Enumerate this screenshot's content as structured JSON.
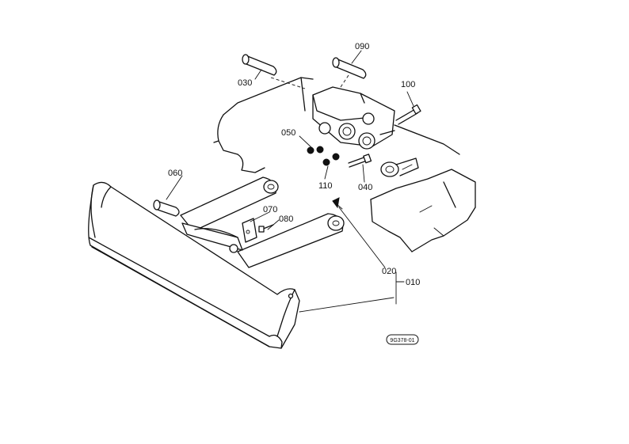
{
  "callouts": {
    "p010": "010",
    "p020": "020",
    "p030": "030",
    "p040": "040",
    "p050": "050",
    "p060": "060",
    "p070": "070",
    "p080": "080",
    "p090": "090",
    "p100": "100",
    "p110": "110"
  },
  "reference_code": "9G378-01"
}
